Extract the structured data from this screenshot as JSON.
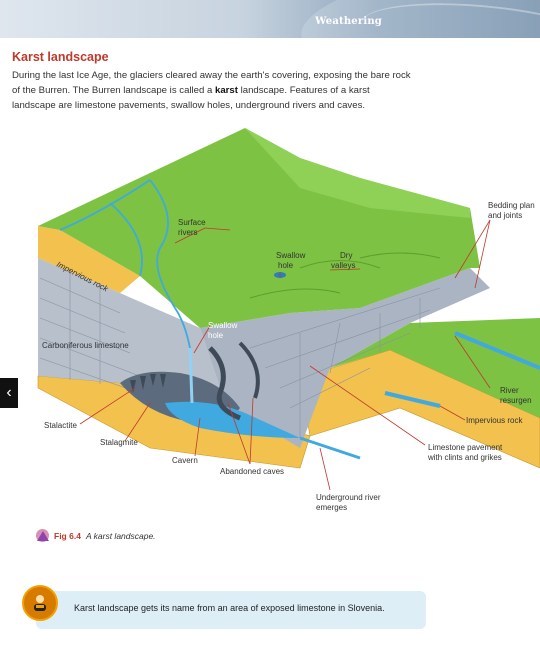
{
  "header": {
    "section": "Weathering"
  },
  "title": "Karst landscape",
  "intro": {
    "part1": "During the last Ice Age, the glaciers cleared away the earth's covering, exposing the bare rock of the Burren. The Burren landscape is called a ",
    "bold": "karst",
    "part2": " landscape. Features of a karst landscape are limestone pavements, swallow holes, underground rivers and caves."
  },
  "diagram": {
    "labels": {
      "surface_rivers_1": "Surface",
      "surface_rivers_2": "rivers",
      "swallow_hole_top_1": "Swallow",
      "swallow_hole_top_2": "hole",
      "dry_valleys_1": "Dry",
      "dry_valleys_2": "valleys",
      "bedding_1": "Bedding plan",
      "bedding_2": "and joints",
      "impervious_top": "Impervious rock",
      "swallow_hole_mid_1": "Swallow",
      "swallow_hole_mid_2": "hole",
      "carboniferous": "Carboniferous limestone",
      "river_1": "River",
      "river_2": "resurgen",
      "impervious_right": "Impervious rock",
      "stalactite": "Stalactite",
      "stalagmite": "Stalagmite",
      "cavern": "Cavern",
      "abandoned": "Abandoned caves",
      "pavement_1": "Limestone pavement",
      "pavement_2": "with clints and grikes",
      "underground_1": "Underground river",
      "underground_2": "emerges"
    }
  },
  "caption": {
    "fig": "Fig 6.4",
    "text": "A karst landscape."
  },
  "infobox": {
    "text": "Karst landscape gets its name from an area of exposed limestone in Slovenia."
  },
  "nav": {
    "prev": "‹"
  },
  "colors": {
    "heading": "#c0392b",
    "grass": "#7dc242",
    "rock": "#aeb7c4",
    "water": "#3fa9e0",
    "clay": "#f2c14e"
  }
}
